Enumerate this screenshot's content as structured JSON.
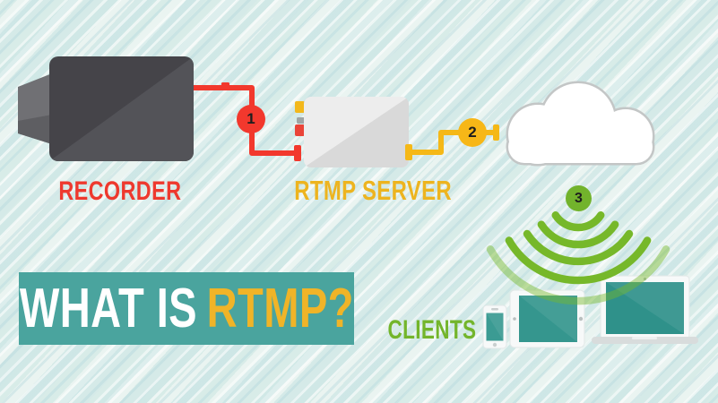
{
  "banner": {
    "text_primary": "WHAT IS",
    "text_accent": "RTMP?",
    "bg_color": "#4aa49e",
    "accent_color": "#f0b428"
  },
  "labels": {
    "recorder": "RECORDER",
    "rtmp_server": "RTMP SERVER",
    "clients": "CLIENTS"
  },
  "steps": [
    {
      "number": "1",
      "color": "#f2382d",
      "from": "recorder",
      "to": "rtmp-server"
    },
    {
      "number": "2",
      "color": "#f7b717",
      "from": "rtmp-server",
      "to": "cloud"
    },
    {
      "number": "3",
      "color": "#72b32c",
      "from": "cloud",
      "to": "clients"
    }
  ],
  "icons": {
    "recorder": "video-camera-icon",
    "rtmp_server": "server-box-icon",
    "network": "cloud-icon",
    "broadcast": "wifi-signal-icon",
    "client_devices": [
      "smartphone-icon",
      "tablet-icon",
      "laptop-icon"
    ]
  },
  "colors": {
    "background": "#dfeeea",
    "recorder_label": "#ee392e",
    "server_label": "#edb41f",
    "clients_label": "#73b52b",
    "line_1": "#f2382d",
    "line_2": "#f5b817",
    "wifi_arcs": "#76b82a"
  }
}
